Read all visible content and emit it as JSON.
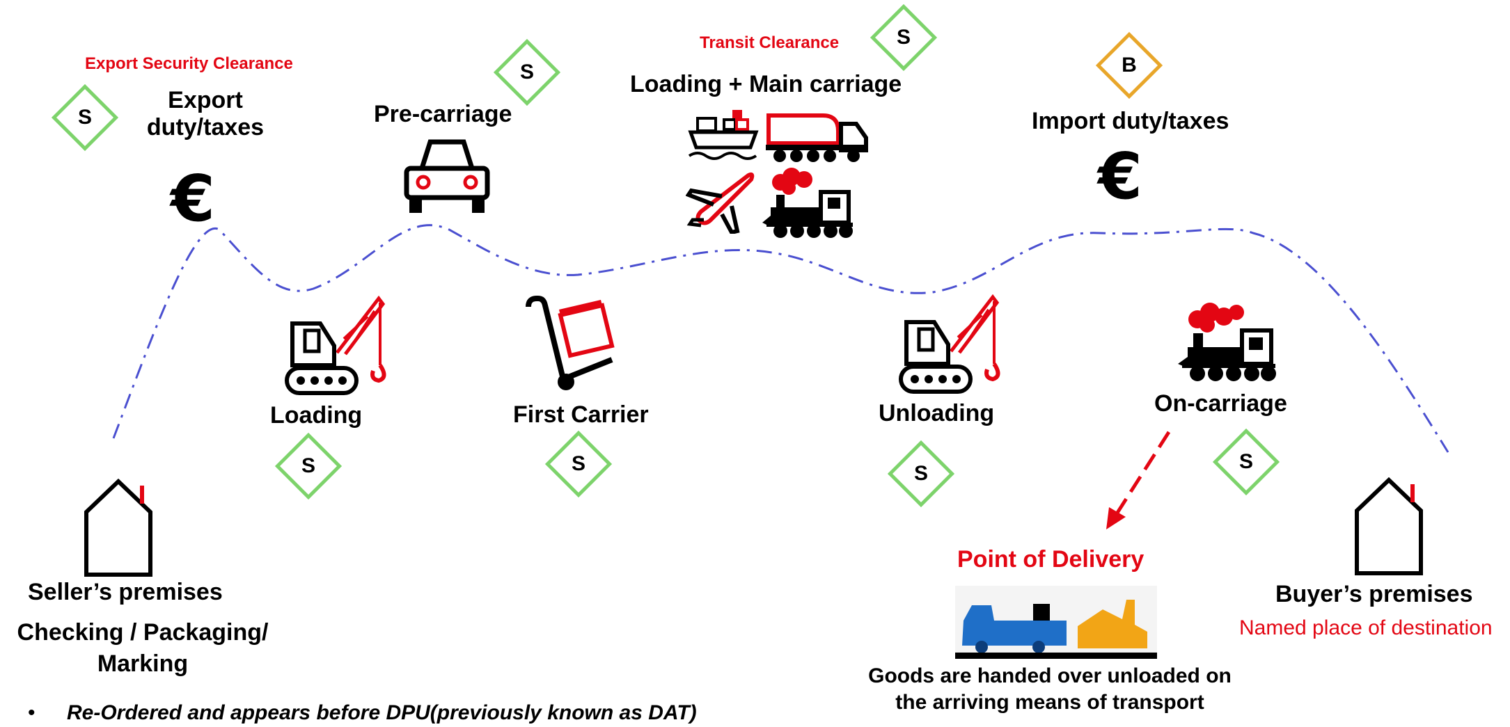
{
  "labels": {
    "export_security_clearance": "Export Security Clearance",
    "export_duty_line1": "Export",
    "export_duty_line2": "duty/taxes",
    "pre_carriage": "Pre-carriage",
    "transit_clearance": "Transit Clearance",
    "main_carriage": "Loading + Main carriage",
    "import_duty": "Import duty/taxes",
    "loading": "Loading",
    "first_carrier": "First Carrier",
    "unloading": "Unloading",
    "on_carriage": "On-carriage",
    "point_of_delivery": "Point of Delivery",
    "delivery_desc_line1": "Goods are handed over unloaded on",
    "delivery_desc_line2": "the arriving means of transport",
    "seller_premises": "Seller’s premises",
    "seller_tasks_line1": "Checking / Packaging/",
    "seller_tasks_line2": "Marking",
    "buyer_premises": "Buyer’s premises",
    "named_place": "Named place of destination",
    "footnote_bullet": "•",
    "footnote": "Re-Ordered and appears before DPU(previously known as DAT)"
  },
  "currency_symbol": "€",
  "markers": {
    "seller_letter": "S",
    "buyer_letter": "B"
  },
  "colors": {
    "accent_red": "#e30613",
    "seller_marker": "#7dd36b",
    "buyer_marker": "#e8a62a",
    "route_line": "#4a4fd0",
    "truck_blue": "#1f6fc8",
    "warehouse_orange": "#f2a516"
  }
}
